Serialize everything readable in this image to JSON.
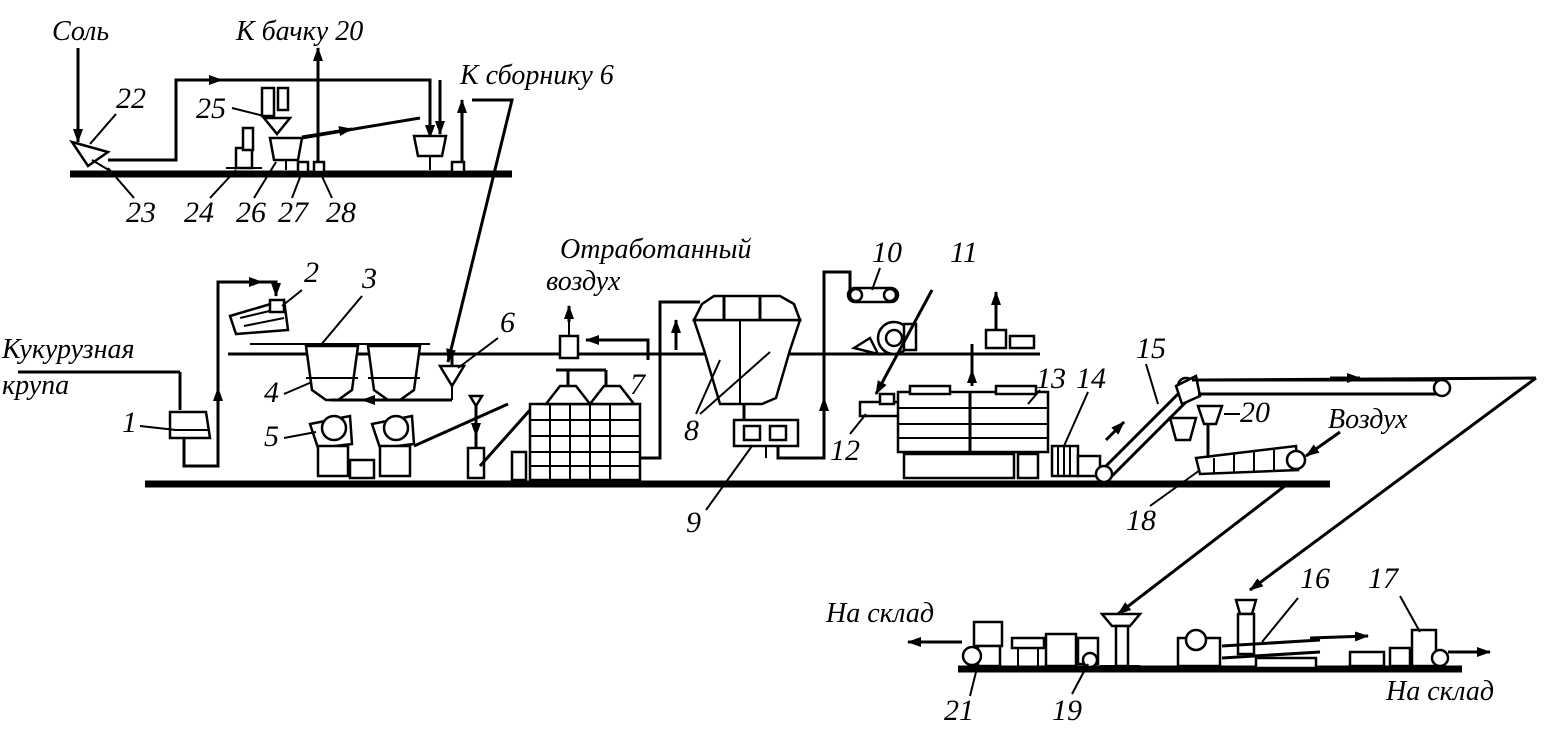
{
  "labels": {
    "salt": "Соль",
    "to_tank_20": "К бачку 20",
    "to_collector_6": "К сборнику 6",
    "exhaust_air_1": "Отработанный",
    "exhaust_air_2": "воздух",
    "corn_grits_1": "Кукурузная",
    "corn_grits_2": "крупа",
    "air": "Воздух",
    "to_warehouse_left": "На склад",
    "to_warehouse_right": "На склад"
  },
  "numbers": [
    "1",
    "2",
    "3",
    "4",
    "5",
    "6",
    "7",
    "8",
    "9",
    "10",
    "11",
    "12",
    "13",
    "14",
    "15",
    "16",
    "17",
    "18",
    "19",
    "20",
    "21",
    "22",
    "23",
    "24",
    "25",
    "26",
    "27",
    "28"
  ]
}
